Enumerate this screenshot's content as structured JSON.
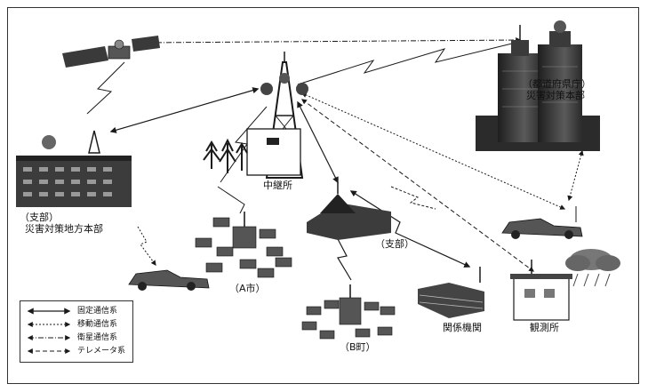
{
  "labels": {
    "hq": [
      "（都道府県庁）",
      "災害対策本部"
    ],
    "relay": "中継所",
    "branch_left": [
      "（支部）",
      "災害対策地方本部"
    ],
    "branch_center": "（支部）",
    "city_a": "（A市）",
    "town_b": "（B町）",
    "agency": "関係機関",
    "observatory": "観測所"
  },
  "legend": [
    {
      "label": "固定通信系",
      "style": "solid"
    },
    {
      "label": "移動通信系",
      "style": "dotted"
    },
    {
      "label": "衛星通信系",
      "style": "dashdot"
    },
    {
      "label": "テレメータ系",
      "style": "dashed"
    }
  ],
  "colors": {
    "line": "#1a1a1a",
    "building": "#3a3a3a",
    "background": "#ffffff"
  }
}
